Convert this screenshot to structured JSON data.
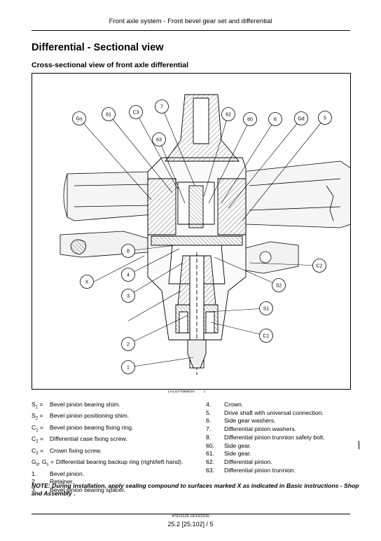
{
  "header": {
    "title": "Front axle system - Front bevel gear set and differential"
  },
  "section": {
    "title": "Differential - Sectional view",
    "subtitle": "Cross-sectional view of front axle differential"
  },
  "figure": {
    "code": "LAIL11FT0968G0A",
    "number": "1",
    "callouts": [
      "Gs",
      "61",
      "C3",
      "7",
      "62",
      "60",
      "6",
      "Gd",
      "5",
      "63",
      "C2",
      "S2",
      "8",
      "X",
      "4",
      "3",
      "S1",
      "C1",
      "2",
      "1"
    ]
  },
  "legend_left": [
    {
      "code": "S",
      "sub": "1",
      "suffix": " =",
      "desc": "Bevel pinion bearing shim."
    },
    {
      "code": "S",
      "sub": "2",
      "suffix": " =",
      "desc": "Bevel pinion positioning shim."
    },
    {
      "code": "C",
      "sub": "1",
      "suffix": " =",
      "desc": "Bevel pinion bearing fixing ring."
    },
    {
      "code": "C",
      "sub": "2",
      "suffix": " =",
      "desc": "Differential case fixing screw."
    },
    {
      "code": "C",
      "sub": "3",
      "suffix": " =",
      "desc": "Crown fixing screw."
    },
    {
      "code": "G",
      "sub": "d",
      "suffix": ",",
      "code2": "G",
      "sub2": "s",
      "suffix2": " =",
      "desc": "Differential bearing backup ring (right/left hand).",
      "wide": true
    },
    {
      "code": "1.",
      "desc": "Bevel pinion."
    },
    {
      "code": "2.",
      "desc": "Retainer."
    },
    {
      "code": "3.",
      "desc": "Bevel pinion bearing spacer."
    }
  ],
  "legend_right": [
    {
      "code": "4.",
      "desc": "Crown."
    },
    {
      "code": "5.",
      "desc": "Drive shaft with universal connection."
    },
    {
      "code": "6.",
      "desc": "Side gear washers."
    },
    {
      "code": "7.",
      "desc": "Differential pinion washers."
    },
    {
      "code": "8.",
      "desc": "Differential pinion trunnion safety bolt."
    },
    {
      "code": "60.",
      "desc": "Side gear."
    },
    {
      "code": "61.",
      "desc": "Side gear."
    },
    {
      "code": "62.",
      "desc": "Differential pinion."
    },
    {
      "code": "63.",
      "desc": "Differential pinion trunnion."
    }
  ],
  "note": "NOTE: During installation, apply sealing compound to surfaces marked X as indicated in Basic instructions - Shop and Assembly .",
  "footer": {
    "doc": "47913129 19/12/2016",
    "page": "25.2 [25.102] / 5"
  }
}
